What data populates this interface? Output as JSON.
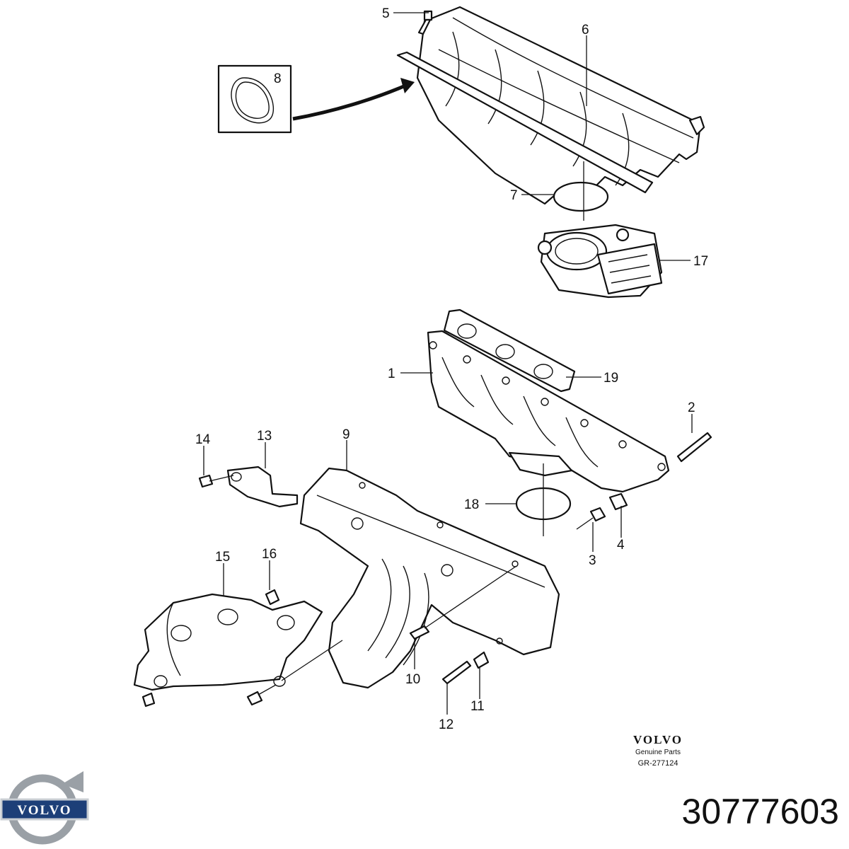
{
  "callouts": [
    {
      "id": "1",
      "label": "1"
    },
    {
      "id": "2",
      "label": "2"
    },
    {
      "id": "3",
      "label": "3"
    },
    {
      "id": "4",
      "label": "4"
    },
    {
      "id": "5",
      "label": "5"
    },
    {
      "id": "6",
      "label": "6"
    },
    {
      "id": "7",
      "label": "7"
    },
    {
      "id": "8",
      "label": "8"
    },
    {
      "id": "9",
      "label": "9"
    },
    {
      "id": "10",
      "label": "10"
    },
    {
      "id": "11",
      "label": "11"
    },
    {
      "id": "12",
      "label": "12"
    },
    {
      "id": "13",
      "label": "13"
    },
    {
      "id": "14",
      "label": "14"
    },
    {
      "id": "15",
      "label": "15"
    },
    {
      "id": "16",
      "label": "16"
    },
    {
      "id": "17",
      "label": "17"
    },
    {
      "id": "18",
      "label": "18"
    },
    {
      "id": "19",
      "label": "19"
    }
  ],
  "brand": {
    "wordmark": "VOLVO",
    "subtitle": "Genuine Parts",
    "drawing_code": "GR-277124"
  },
  "logo": {
    "wordmark": "VOLVO",
    "icon": "volvo-iron-mark-icon"
  },
  "part_number": "30777603",
  "colors": {
    "ink": "#111111",
    "logo_silver": "#9aa0a6",
    "logo_blue": "#1d3f78"
  }
}
